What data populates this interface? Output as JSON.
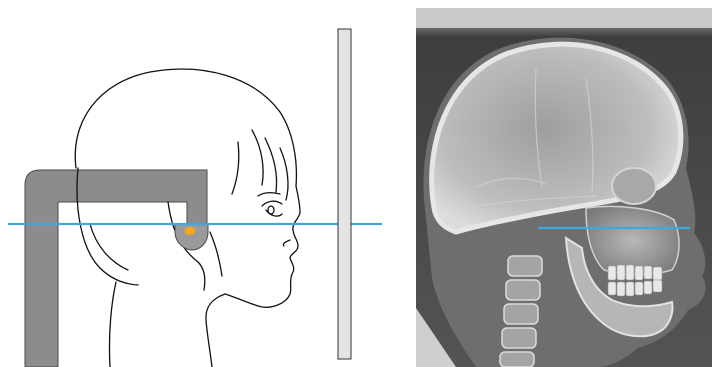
{
  "figure": {
    "panels": [
      {
        "id": "diagram",
        "kind": "schematic head positioning illustration",
        "elements": [
          "head-outline",
          "ear-rod-frame",
          "ear-rod-marker",
          "positioning-line",
          "detector-plate"
        ]
      },
      {
        "id": "xray",
        "kind": "lateral cephalometric radiograph",
        "elements": [
          "skull",
          "mandible",
          "cervical-spine",
          "positioning-line"
        ]
      }
    ],
    "colors": {
      "positioning_line": "#3fa9df",
      "ear_rod_marker": "#f5a623",
      "ear_rod": "#9a9a9a",
      "frame": "#8c8c8c",
      "detector": "#e4e4e4",
      "outline": "#111111",
      "xray_background": "#4c4c4c"
    }
  }
}
